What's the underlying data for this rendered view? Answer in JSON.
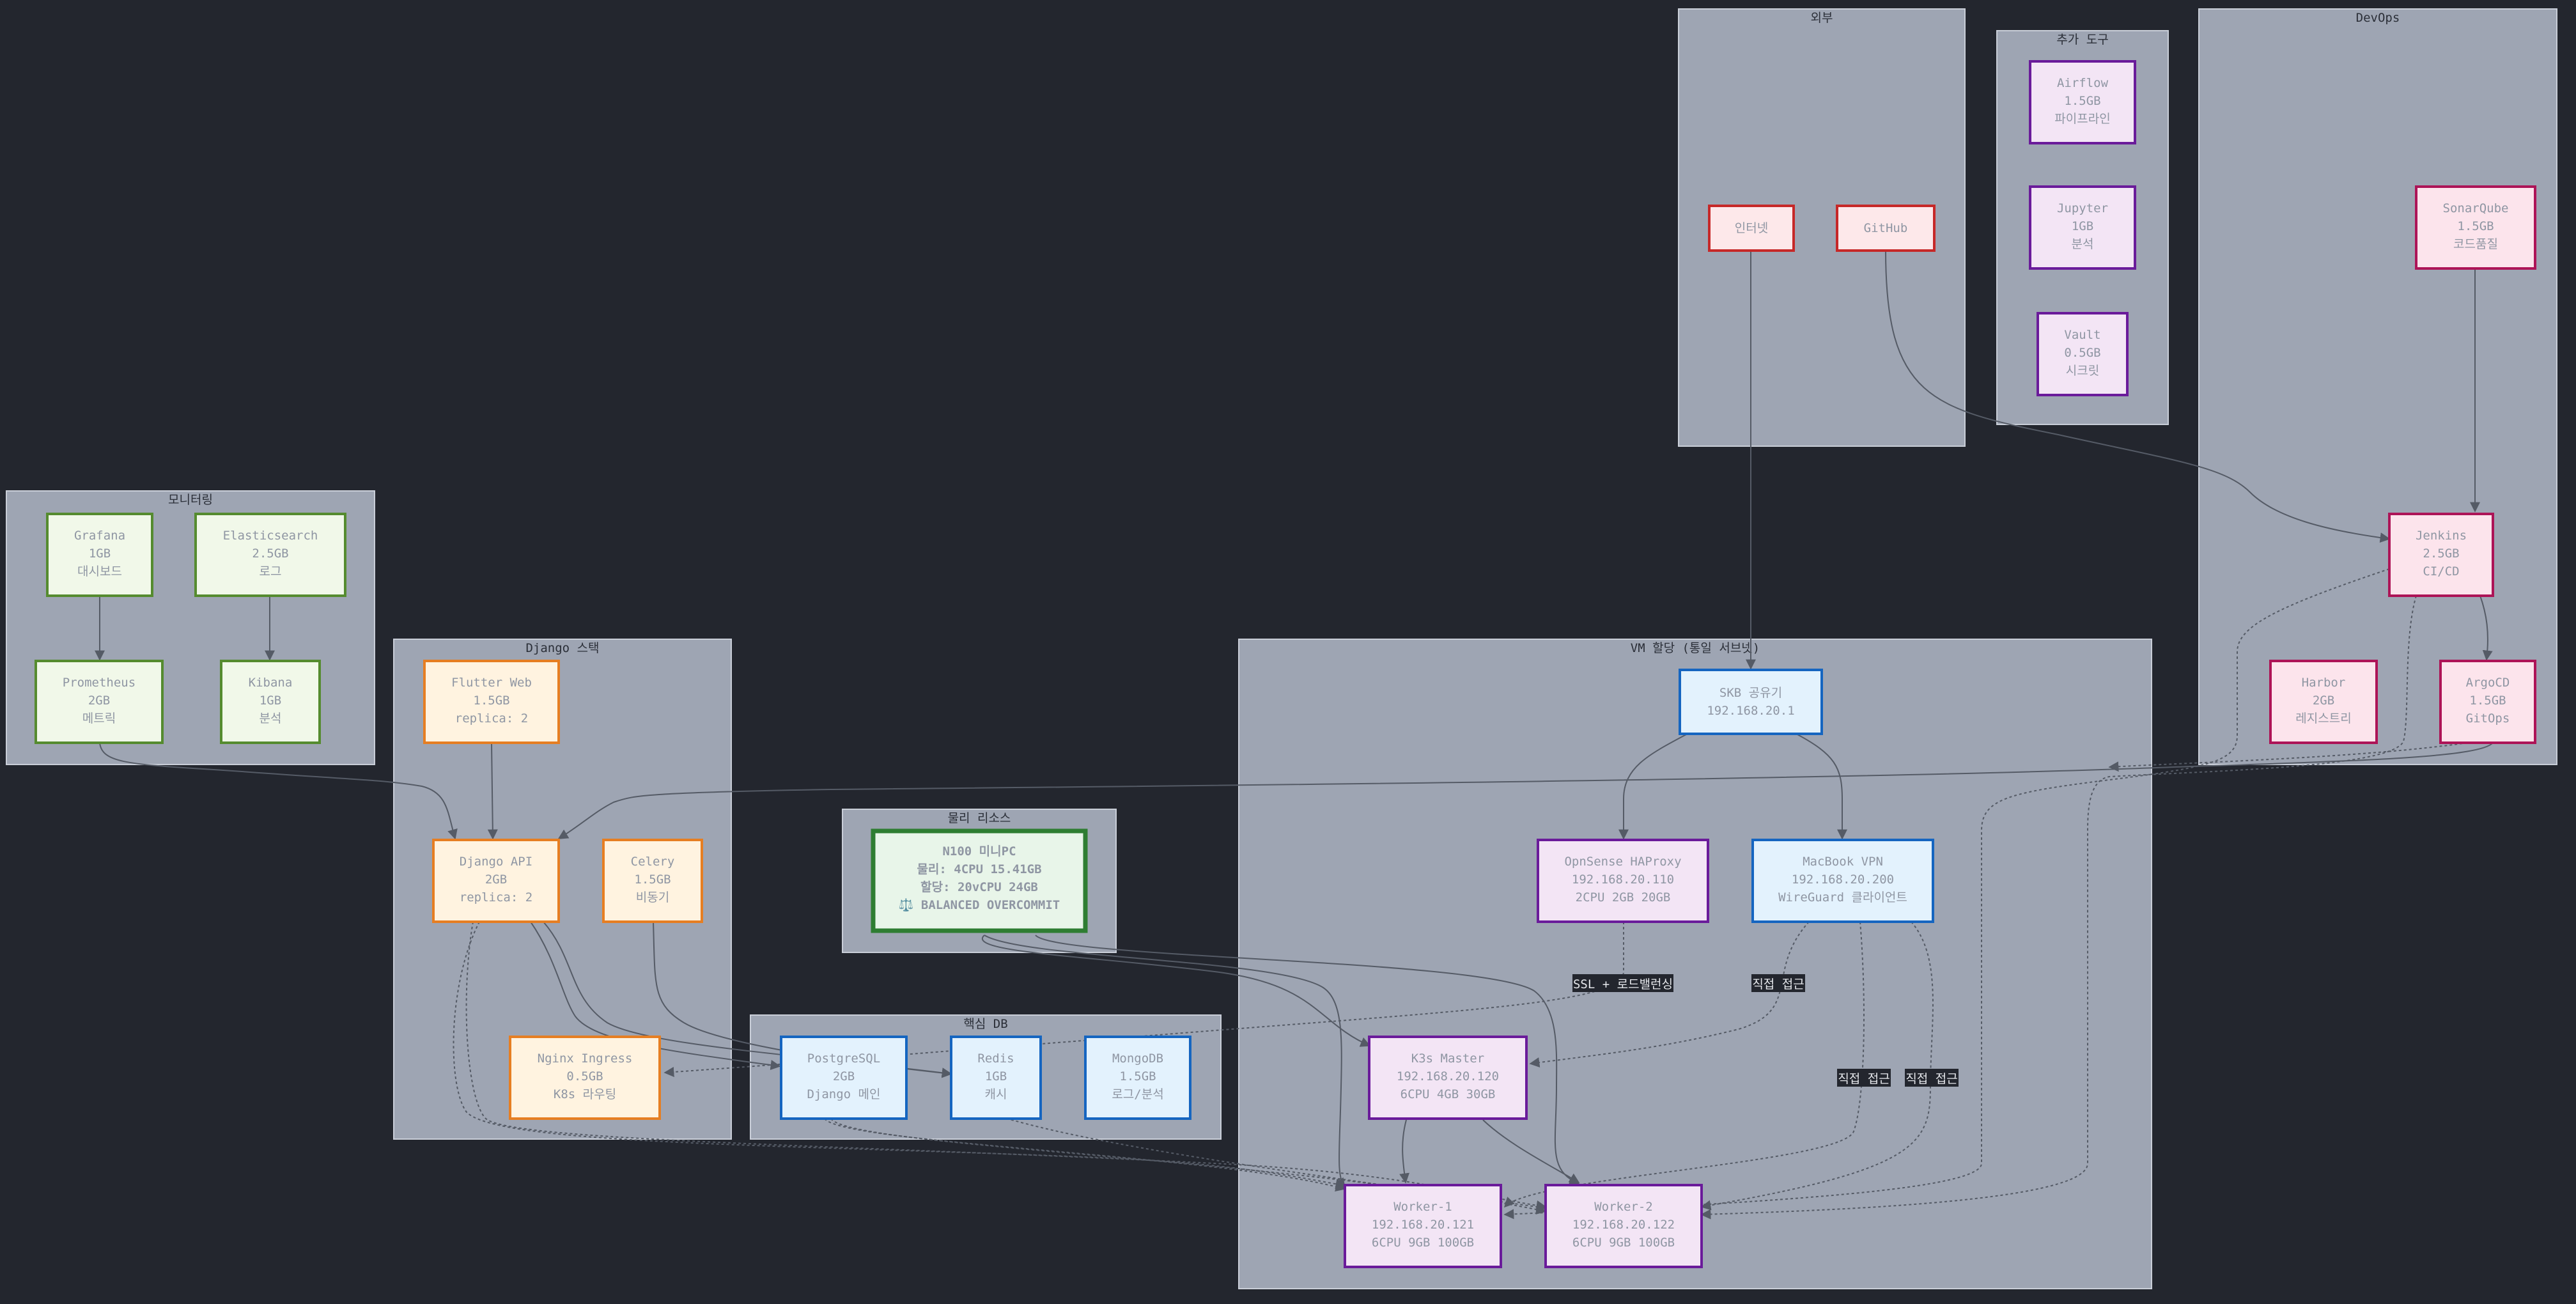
{
  "clusters": {
    "external": "외부",
    "tools": "추가 도구",
    "devops": "DevOps",
    "monitoring": "모니터링",
    "django": "Django 스택",
    "physical": "물리 리소스",
    "db": "핵심 DB",
    "vm": "VM 할당 (통일 서브넷)"
  },
  "nodes": {
    "internet": [
      "인터넷"
    ],
    "github": [
      "GitHub"
    ],
    "airflow": [
      "Airflow",
      "1.5GB",
      "파이프라인"
    ],
    "jupyter": [
      "Jupyter",
      "1GB",
      "분석"
    ],
    "vault": [
      "Vault",
      "0.5GB",
      "시크릿"
    ],
    "sonarqube": [
      "SonarQube",
      "1.5GB",
      "코드품질"
    ],
    "jenkins": [
      "Jenkins",
      "2.5GB",
      "CI/CD"
    ],
    "harbor": [
      "Harbor",
      "2GB",
      "레지스트리"
    ],
    "argocd": [
      "ArgoCD",
      "1.5GB",
      "GitOps"
    ],
    "grafana": [
      "Grafana",
      "1GB",
      "대시보드"
    ],
    "elasticsearch": [
      "Elasticsearch",
      "2.5GB",
      "로그"
    ],
    "prometheus": [
      "Prometheus",
      "2GB",
      "메트릭"
    ],
    "kibana": [
      "Kibana",
      "1GB",
      "분석"
    ],
    "flutter": [
      "Flutter Web",
      "1.5GB",
      "replica: 2"
    ],
    "django_api": [
      "Django API",
      "2GB",
      "replica: 2"
    ],
    "celery": [
      "Celery",
      "1.5GB",
      "비동기"
    ],
    "nginx": [
      "Nginx Ingress",
      "0.5GB",
      "K8s 라우팅"
    ],
    "n100": [
      "N100 미니PC",
      "물리: 4CPU 15.41GB",
      "할당: 20vCPU 24GB",
      "⚖️ BALANCED OVERCOMMIT"
    ],
    "postgres": [
      "PostgreSQL",
      "2GB",
      "Django 메인"
    ],
    "redis": [
      "Redis",
      "1GB",
      "캐시"
    ],
    "mongodb": [
      "MongoDB",
      "1.5GB",
      "로그/분석"
    ],
    "skb": [
      "SKB 공유기",
      "192.168.20.1"
    ],
    "opnsense": [
      "OpnSense HAProxy",
      "192.168.20.110",
      "2CPU 2GB 20GB"
    ],
    "macbook": [
      "MacBook VPN",
      "192.168.20.200",
      "WireGuard 클라이언트"
    ],
    "k3s": [
      "K3s Master",
      "192.168.20.120",
      "6CPU 4GB 30GB"
    ],
    "worker1": [
      "Worker-1",
      "192.168.20.121",
      "6CPU 9GB 100GB"
    ],
    "worker2": [
      "Worker-2",
      "192.168.20.122",
      "6CPU 9GB 100GB"
    ]
  },
  "edge_labels": {
    "ssl": "SSL + 로드밸런싱",
    "direct1": "직접 접근",
    "direct2": "직접 접근",
    "direct3": "직접 접근"
  },
  "colors": {
    "background": "#23262e",
    "cluster_fill": "#9ea5b3",
    "red_fill": "#fde8ea",
    "red_stroke": "#c62828",
    "pink_fill": "#fce4ec",
    "pink_stroke": "#ad1457",
    "purple_fill": "#f3e5f5",
    "purple_stroke": "#6a1b9a",
    "green_fill": "#f1f8e9",
    "green_stroke": "#558b2f",
    "orange_fill": "#fff3e0",
    "orange_stroke": "#e67e22",
    "blue_fill": "#e3f2fd",
    "blue_stroke": "#1565c0",
    "dark_green_fill": "#e8f5e9",
    "dark_green_stroke": "#2e7d32"
  }
}
